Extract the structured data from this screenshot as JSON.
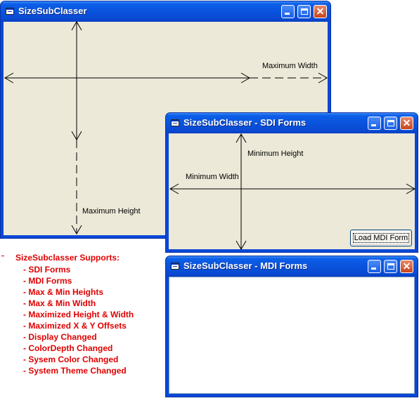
{
  "main_window": {
    "title": "SizeSubClasser",
    "labels": {
      "maximum_width": "Maximum Width",
      "maximum_height": "Maximum Height"
    }
  },
  "sdi_window": {
    "title": "SizeSubClasser - SDI Forms",
    "labels": {
      "minimum_height": "Minimum Height",
      "minimum_width": "Minimum Width"
    },
    "load_button": "Load MDI Form"
  },
  "mdi_window": {
    "title": "SizeSubClasser - MDI Forms"
  },
  "title_buttons": {
    "minimize": "minimize-icon",
    "maximize": "maximize-icon",
    "close": "close-icon",
    "close_glyph": "✕"
  },
  "features": {
    "heading": "SizeSubclasser Supports:",
    "items": [
      "- SDI Forms",
      "- MDI Forms",
      "- Max & Min Heights",
      "- Max & Min Width",
      "- Maximized Height & Width",
      "- Maximized X & Y Offsets",
      "- Display Changed",
      "- ColorDepth Changed",
      "- Sysem Color Changed",
      "- System Theme Changed"
    ]
  },
  "colors": {
    "titlebar": "#0a53dc",
    "client_bg": "#ece9d8",
    "feature_text": "#e00000"
  }
}
